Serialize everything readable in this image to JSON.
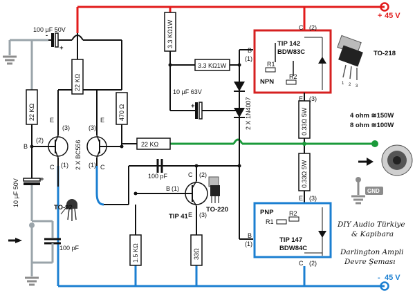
{
  "rails": {
    "pos": "+",
    "pos_value": "45 V",
    "neg": "-",
    "neg_value": "45 V"
  },
  "colors": {
    "red": "#e21b1b",
    "blue": "#1b7fd1",
    "green": "#1a9a3a",
    "gray_wire": "#9aa4aa",
    "gnd": "#8c8c8c"
  },
  "input": {
    "cap_label": "100 µF  50V",
    "cap_plus": "+",
    "cap_minus": "-"
  },
  "resistors": {
    "r_bias": "3.3 KΩ1W",
    "r_bias2": "3.3 KΩ1W",
    "r_22k_top": "22 KΩ",
    "r_470": "470 Ω",
    "r_22k_left": "22 KΩ",
    "r_22k_fb": "22 KΩ",
    "r_emitter_top": "0.33Ω 5W",
    "r_emitter_bot": "0.33Ω 5W",
    "r_15k": "1.5 KΩ",
    "r_33": "33Ω"
  },
  "caps": {
    "c_10u63": "10 µF 63V",
    "c_10u63_plus": "+",
    "c_100p_mid": "100 pF",
    "c_10u50": "10 µF  50V",
    "c_10u50_plus": "+",
    "c_100p_in": "100 pF"
  },
  "diodes": {
    "label": "2 X 1N4007"
  },
  "diff_pair": {
    "label": "2 X BC556",
    "left": {
      "b": "B",
      "b_pin": "(2)",
      "e": "E",
      "e_pin": "(3)",
      "c": "C",
      "c_pin": "(1)"
    },
    "right": {
      "e": "E",
      "e_pin": "(3)",
      "c": "C",
      "c_pin": "(1)"
    }
  },
  "tip41": {
    "name": "TIP 41",
    "b": "B",
    "b_pin": "(1)",
    "c": "C",
    "c_pin": "(2)",
    "e": "E",
    "e_pin": "(3)",
    "pkg": "TO-220"
  },
  "npn": {
    "title1": "TIP 142",
    "title2": "BDW83C",
    "type": "NPN",
    "r1": "R1",
    "r2": "R2",
    "b": "B",
    "b_pin": "(1)",
    "c": "C",
    "c_pin": "(2)",
    "e": "E",
    "e_pin": "(3)",
    "pkg": "TO-218",
    "pins": [
      "1",
      "2",
      "3"
    ]
  },
  "pnp": {
    "title1": "TIP 147",
    "title2": "BDW84C",
    "type": "PNP",
    "r1": "R1",
    "r2": "R2",
    "b": "B",
    "b_pin": "(1)",
    "c": "C",
    "c_pin": "(2)",
    "e": "E",
    "e_pin": "(3)"
  },
  "to92": "TO-92",
  "power": {
    "line1": "4 ohm ≅150W",
    "line2": "8 ohm ≅100W"
  },
  "gnd": "GND",
  "credits": {
    "line1": "DIY Audio Türkiye",
    "line2": "& Kapibara",
    "line3": "Darlington Ampli",
    "line4": "Devre Şeması"
  }
}
